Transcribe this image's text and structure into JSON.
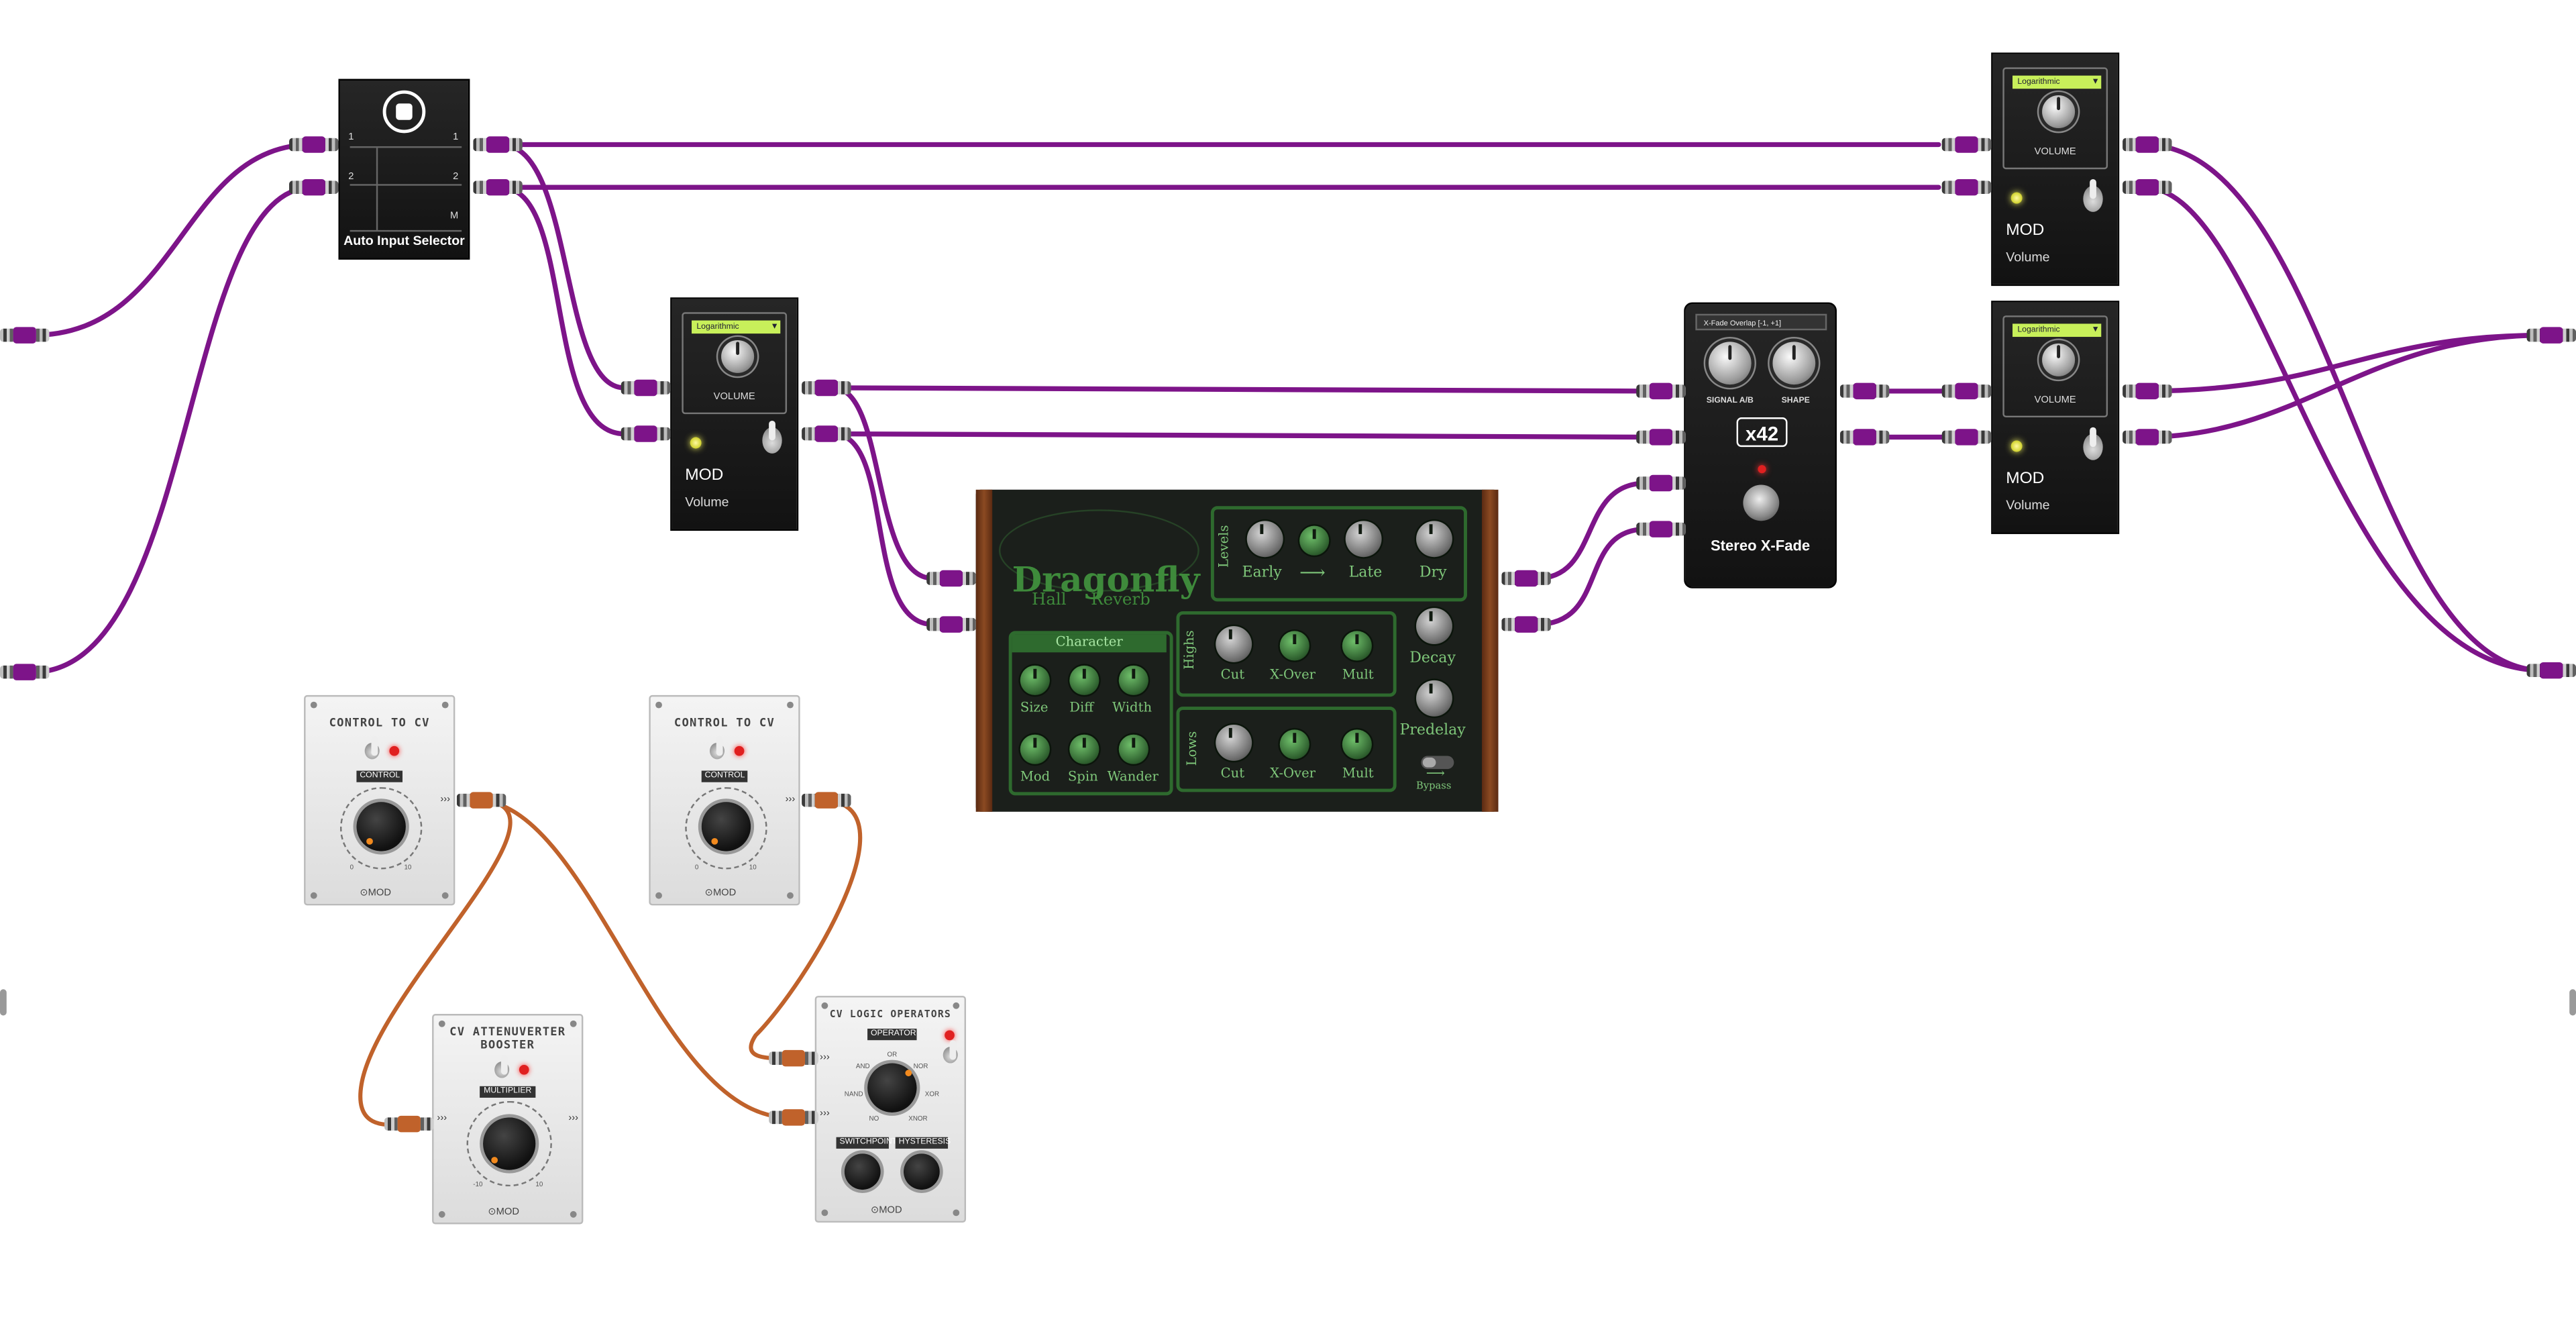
{
  "auto_input": {
    "title": "Auto Input Selector",
    "in1": "1",
    "in2": "2",
    "out1": "1",
    "out2": "2",
    "outm": "M"
  },
  "volume_pedals": [
    {
      "mode": "Logarithmic",
      "knob": "VOLUME",
      "brand": "MOD",
      "name": "Volume"
    },
    {
      "mode": "Logarithmic",
      "knob": "VOLUME",
      "brand": "MOD",
      "name": "Volume"
    },
    {
      "mode": "Logarithmic",
      "knob": "VOLUME",
      "brand": "MOD",
      "name": "Volume"
    }
  ],
  "xfade": {
    "mode": "X-Fade Overlap [-1, +1]",
    "knob1": "SIGNAL A/B",
    "knob2": "SHAPE",
    "badge": "x42",
    "title": "Stereo X-Fade"
  },
  "dragonfly": {
    "title": "Dragonfly",
    "sub1": "Hall",
    "sub2": "Reverb",
    "levels": "Levels",
    "early": "Early",
    "late": "Late",
    "dry": "Dry",
    "character": "Character",
    "size": "Size",
    "diff": "Diff",
    "width": "Width",
    "mod": "Mod",
    "spin": "Spin",
    "wander": "Wander",
    "highs": "Highs",
    "lows": "Lows",
    "cut": "Cut",
    "xover": "X-Over",
    "mult": "Mult",
    "decay": "Decay",
    "predelay": "Predelay",
    "bypass": "Bypass"
  },
  "control_cv": [
    {
      "title": "CONTROL TO CV",
      "tag": "CONTROL",
      "min": "0",
      "max": "10",
      "logo": "MOD"
    },
    {
      "title": "CONTROL TO CV",
      "tag": "CONTROL",
      "min": "0",
      "max": "10",
      "logo": "MOD"
    }
  ],
  "attenuverter": {
    "title1": "CV ATTENUVERTER",
    "title2": "BOOSTER",
    "tag": "MULTIPLIER",
    "min": "-10",
    "max": "10",
    "logo": "MOD"
  },
  "logic": {
    "title": "CV LOGIC OPERATORS",
    "tag": "OPERATOR",
    "ops": [
      "OR",
      "NOR",
      "AND",
      "XOR",
      "NAND",
      "NO",
      "XNOR"
    ],
    "tag2": "SWITCHPOINT",
    "tag3": "HYSTERESIS",
    "logo": "MOD"
  },
  "colors": {
    "audio_cable": "#7d1489",
    "cv_cable": "#c0622b"
  }
}
